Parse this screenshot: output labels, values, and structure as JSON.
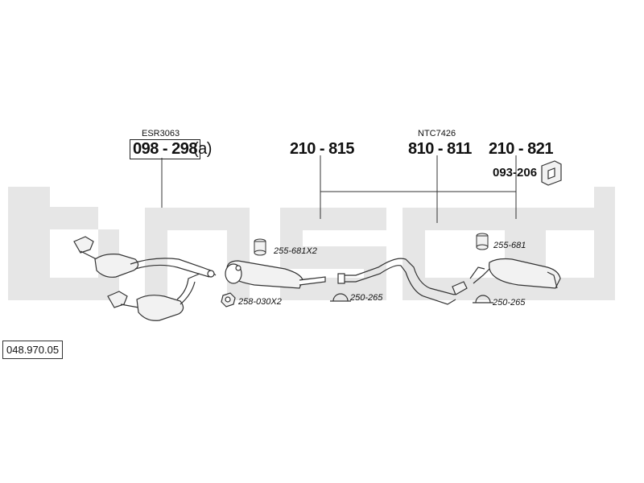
{
  "diagram": {
    "catalog_number": "048.970.05",
    "watermark_text": "bosal",
    "sections": {
      "front": {
        "ref_label": "ESR3063",
        "part_number": "098 - 298",
        "suffix": "(a)"
      },
      "middle": {
        "part_number": "210 - 815"
      },
      "intermediate": {
        "ref_label": "NTC7426",
        "part_number": "810 - 811"
      },
      "rear": {
        "part_number": "210 - 821"
      },
      "bracket": {
        "part_number": "093-206"
      }
    },
    "accessories": {
      "rubber_mount_mid": "255-681X2",
      "rubber_mount_rear": "255-681",
      "nut": "258-030X2",
      "clamp_mid": "250-265",
      "clamp_rear": "250-265"
    },
    "colors": {
      "line": "#333333",
      "watermark": "#e6e6e6",
      "part_fill": "#f2f2f2"
    }
  }
}
